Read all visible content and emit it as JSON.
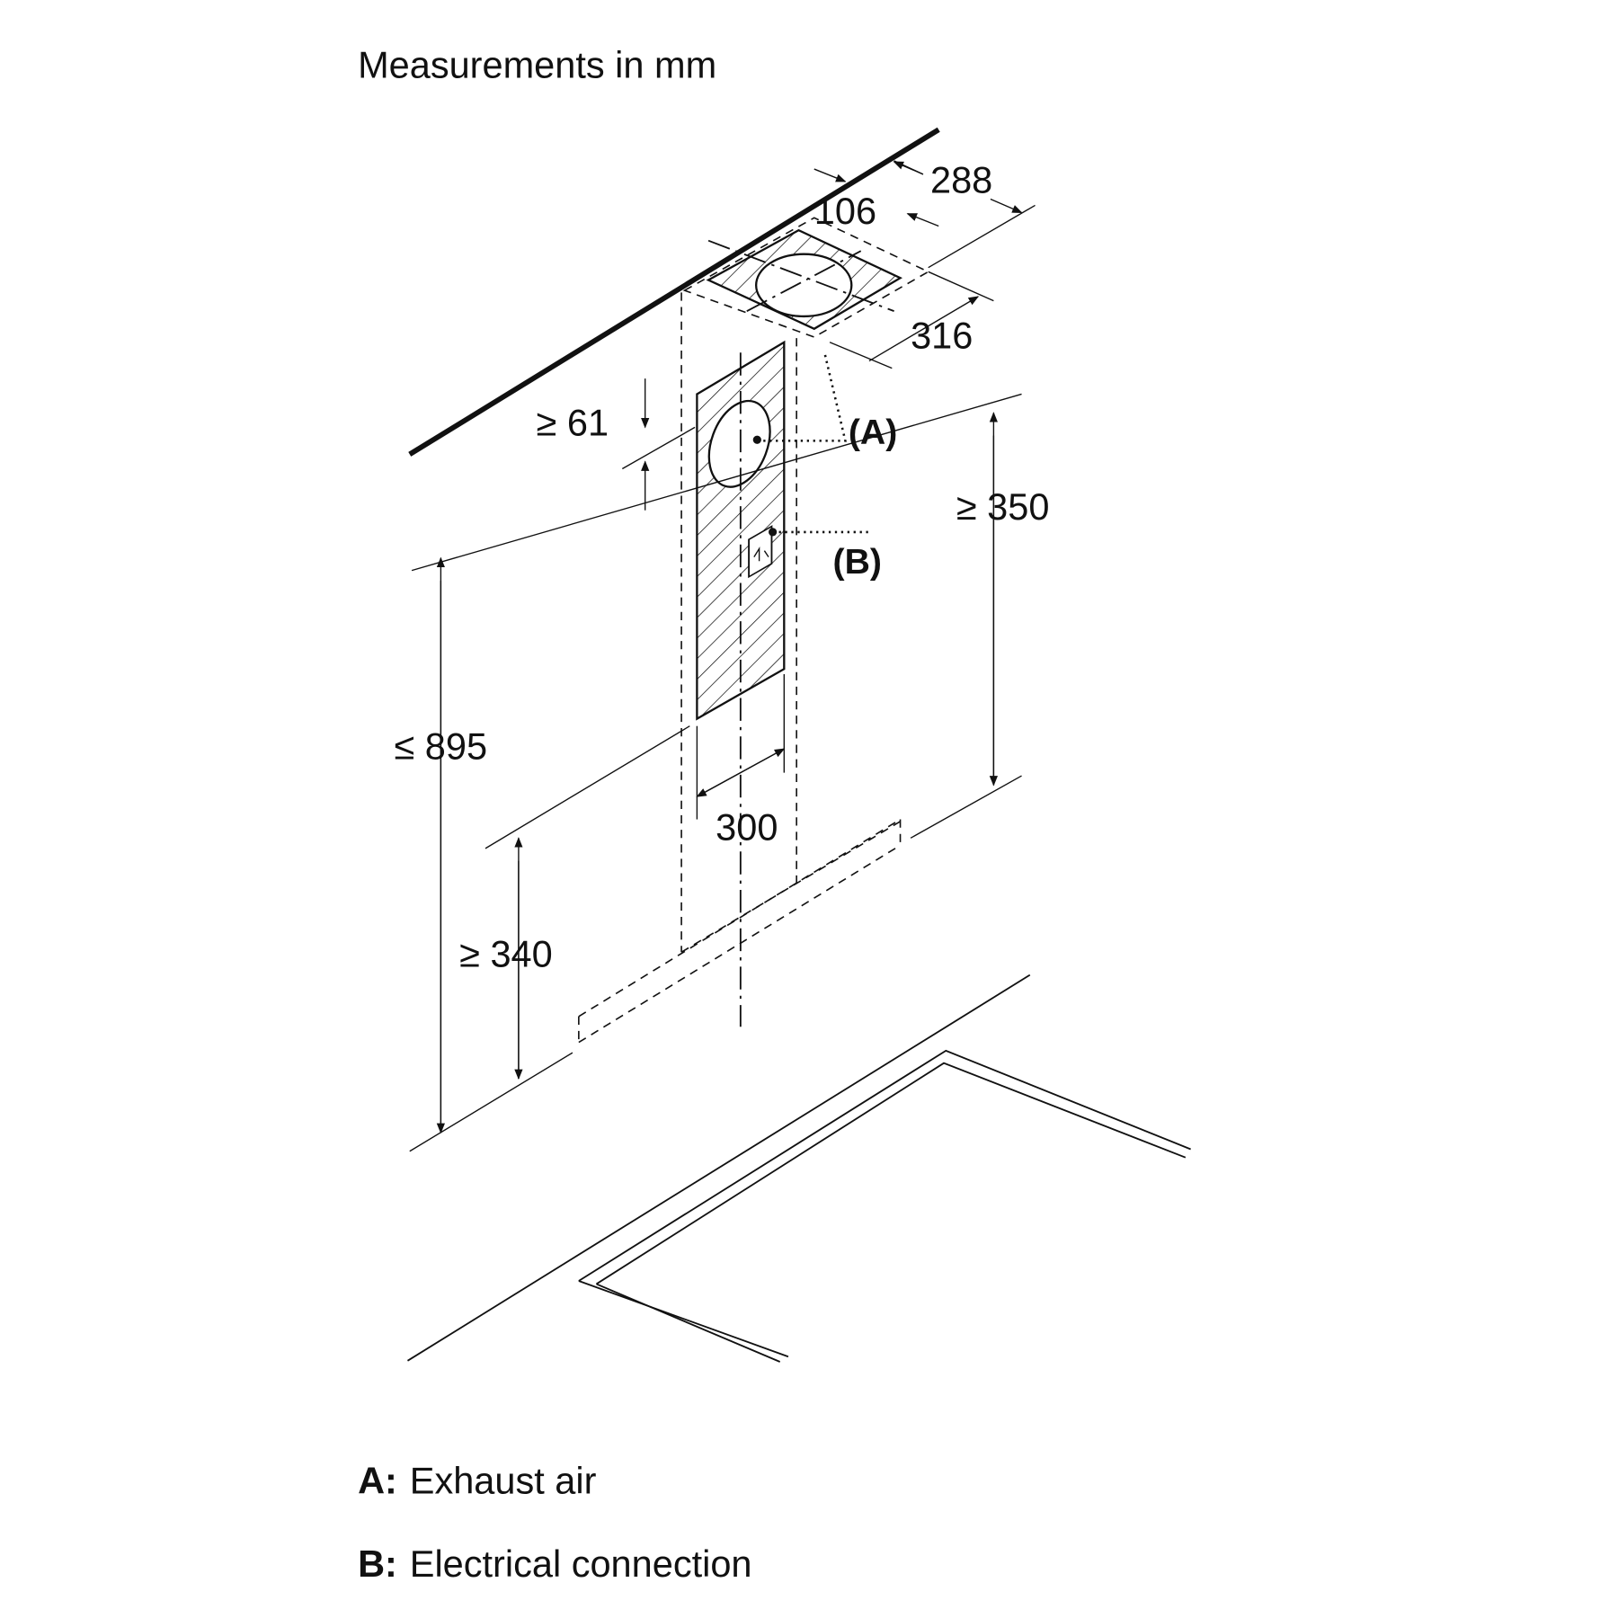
{
  "title": "Measurements in mm",
  "dimensions": {
    "d288": "288",
    "d106": "106",
    "d316": "316",
    "d61": "≥ 61",
    "d350": "≥ 350",
    "d895": "≤ 895",
    "d300": "300",
    "d340": "≥ 340"
  },
  "callouts": {
    "a": "(A)",
    "b": "(B)"
  },
  "legend": [
    {
      "key": "A:",
      "text": "Exhaust air"
    },
    {
      "key": "B:",
      "text": "Electrical connection"
    }
  ]
}
